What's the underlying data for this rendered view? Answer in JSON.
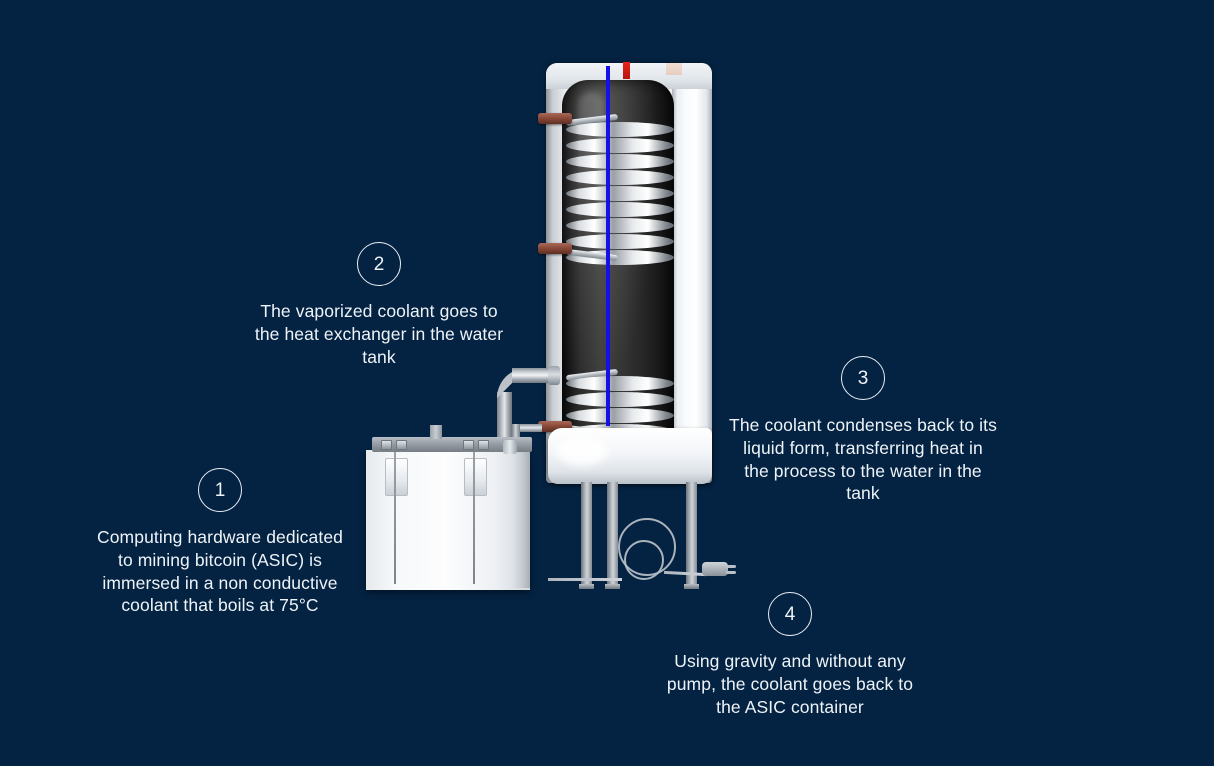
{
  "background_color": "#042342",
  "text_color": "#eef3f8",
  "accent_blue": "#1510e8",
  "accent_red": "#e8231b",
  "copper": "#8b4a3a",
  "diagram": {
    "title_hidden": "",
    "equipment": {
      "water_tank_label": "water-tank",
      "heat_exchanger_label": "heat-exchanger-coil",
      "asic_container_label": "asic-container",
      "vapor_pipe_label": "vapor-pipe",
      "return_pipe_label": "liquid-return-pipe"
    }
  },
  "steps": [
    {
      "number": "1",
      "text": "Computing hardware dedicated to mining bitcoin (ASIC) is immersed in a non conductive coolant that boils at 75°C"
    },
    {
      "number": "2",
      "text": "The vaporized coolant goes to the heat exchanger in the water tank"
    },
    {
      "number": "3",
      "text": "The coolant condenses back to its liquid form, transferring heat in the process to the water in the tank"
    },
    {
      "number": "4",
      "text": "Using gravity and without any pump, the coolant goes back to the ASIC container"
    }
  ]
}
